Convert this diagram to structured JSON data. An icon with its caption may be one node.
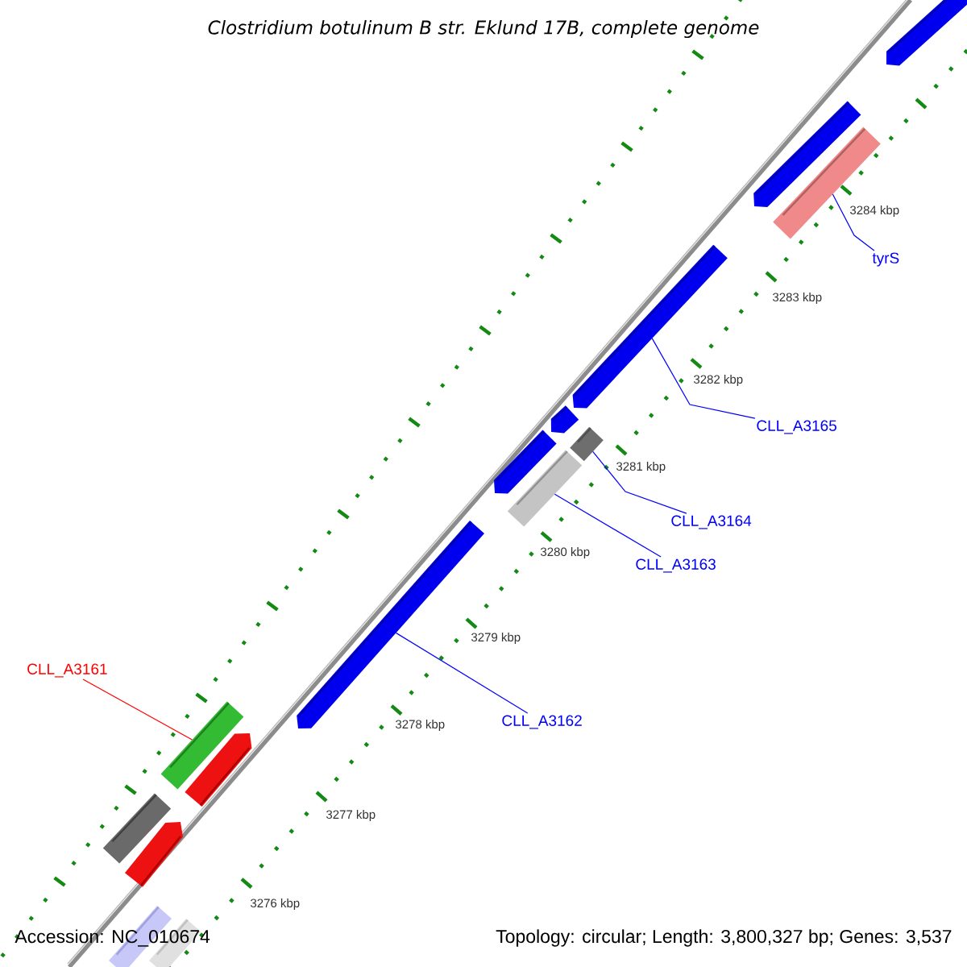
{
  "diagram": {
    "title": "Clostridium botulinum B str. Eklund 17B, complete genome",
    "nodes": [
      {
        "text": [
          "CLL_A3161"
        ]
      },
      {
        "text": [
          "CLL_A3162"
        ]
      },
      {
        "text": [
          "CLL_A3163"
        ]
      },
      {
        "text": [
          "CLL_A3164"
        ]
      },
      {
        "text": [
          "CLL_A3165"
        ]
      },
      {
        "text": [
          "tyrS"
        ]
      },
      {
        "text": [],
        "shape": "bar"
      },
      {
        "text": [],
        "shape": "bar"
      },
      {
        "text": [],
        "shape": "bar"
      },
      {
        "text": [],
        "shape": "bar"
      },
      {
        "text": [],
        "shape": "bar"
      },
      {
        "text": [],
        "shape": "bar"
      }
    ],
    "edges": [
      {
        "from": 0,
        "to": 6,
        "arrow": "none",
        "color": "#ff0000"
      },
      {
        "from": 1,
        "to": 7,
        "arrow": "none"
      },
      {
        "from": 2,
        "to": 8,
        "arrow": "none"
      },
      {
        "from": 3,
        "to": 9,
        "arrow": "none"
      },
      {
        "from": 4,
        "to": 10,
        "arrow": "none"
      },
      {
        "from": 5,
        "to": 11,
        "arrow": "none"
      }
    ],
    "labels": [
      "3284 kbp",
      "3283 kbp",
      "3282 kbp",
      "3281 kbp",
      "3280 kbp",
      "3279 kbp",
      "3278 kbp",
      "3277 kbp",
      "3276 kbp",
      "Accession: NC_010674",
      "Topology: circular; Length: 3,800,327 bp; Genes: 3,537"
    ]
  }
}
